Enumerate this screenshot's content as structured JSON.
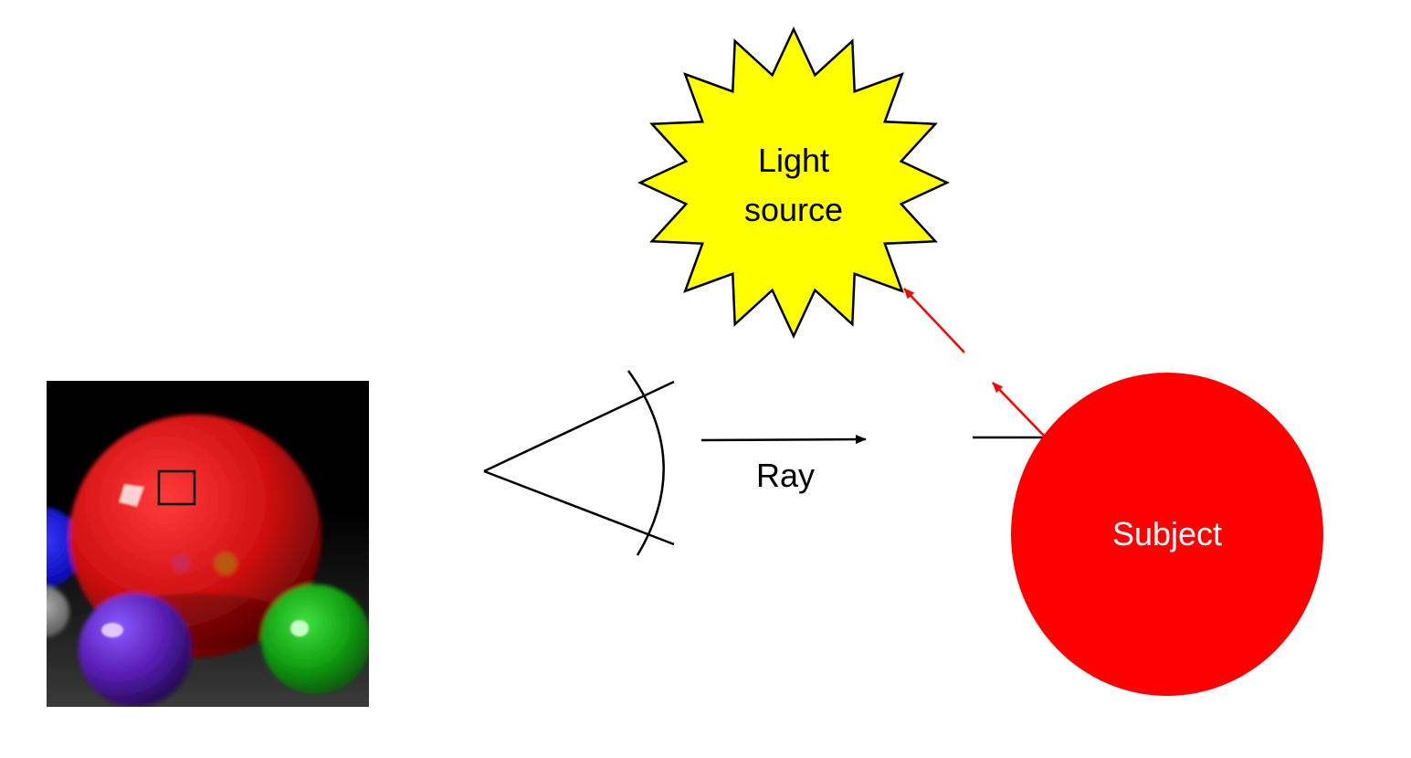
{
  "light_source": {
    "line1": "Light",
    "line2": "source",
    "fill": "#FFFF00",
    "stroke": "#000000"
  },
  "ray": {
    "label": "Ray",
    "color": "#000000"
  },
  "subject": {
    "label": "Subject",
    "fill": "#FF0000",
    "text_color": "#FFFFFF"
  },
  "reflection_arrows": {
    "color": "#FF0000"
  },
  "render_thumbnail": {
    "background": "#000000",
    "spheres": [
      {
        "name": "red-sphere",
        "color": "#D01010"
      },
      {
        "name": "purple-sphere",
        "color": "#5B1FB8"
      },
      {
        "name": "green-sphere",
        "color": "#12A012"
      },
      {
        "name": "blue-sphere",
        "color": "#1010C0"
      },
      {
        "name": "grey-sphere",
        "color": "#8A8A8A"
      }
    ]
  }
}
